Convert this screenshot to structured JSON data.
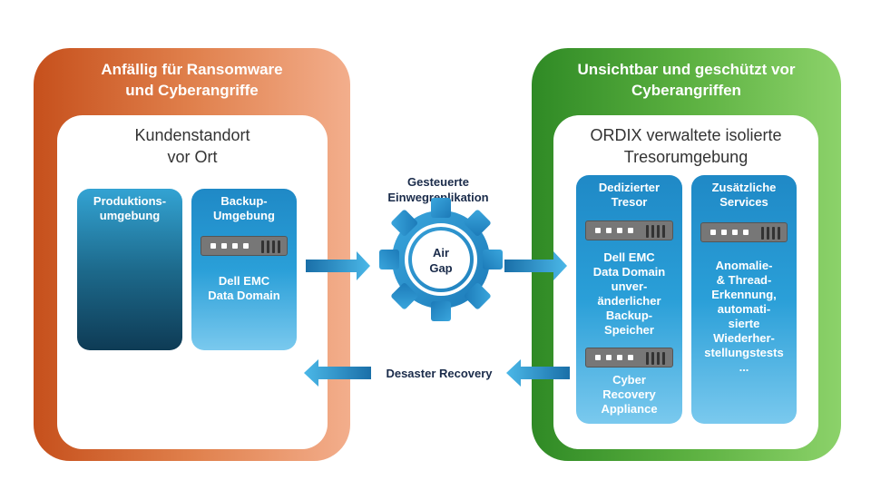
{
  "left_panel": {
    "title": "Anfällig für Ransomware\nund Cyberangriffe",
    "inner_title": "Kundenstandort\nvor Ort",
    "production_box": "Produktions-\numgebung",
    "backup_box": {
      "title": "Backup-\nUmgebung",
      "text": "Dell EMC\nData Domain"
    }
  },
  "right_panel": {
    "title": "Unsichtbar und geschützt vor\nCyberangriffen",
    "inner_title": "ORDIX verwaltete isolierte\nTresorumgebung",
    "vault_box": {
      "title": "Dedizierter\nTresor",
      "storage_text": "Dell EMC\nData Domain\nunver-\nänderlicher\nBackup-\nSpeicher",
      "appliance_text": "Cyber\nRecovery\nAppliance"
    },
    "services_box": {
      "title": "Zusätzliche\nServices",
      "text": "Anomalie-\n& Thread-\nErkennung,\nautomati-\nsierte\nWiederher-\nstellungstests\n..."
    }
  },
  "middle": {
    "replication_label": "Gesteuerte\nEinwegreplikation",
    "gear_label": "Air\nGap",
    "recovery_label": "Desaster Recovery"
  },
  "colors": {
    "orange": "#c6501c",
    "green": "#2f8a25",
    "blue": "#2a9fd8",
    "navy": "#1a2b4a"
  }
}
